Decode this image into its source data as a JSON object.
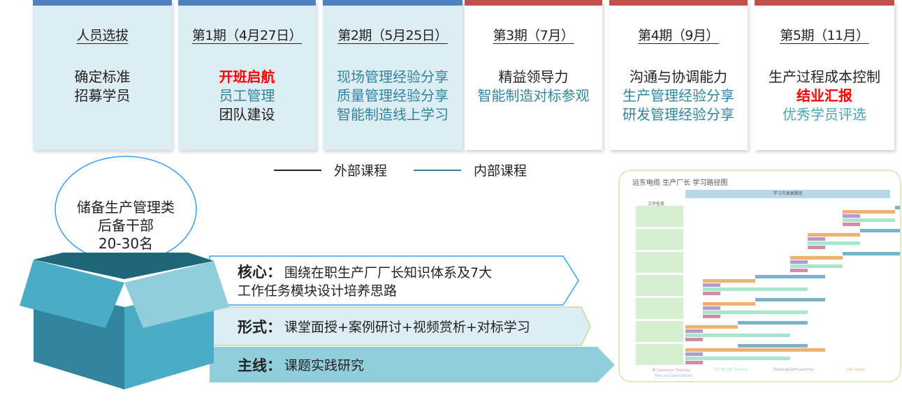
{
  "cards": [
    {
      "title": "人员选拔",
      "lines": [
        {
          "text": "确定标准",
          "style": "dark"
        },
        {
          "text": "招募学员",
          "style": "dark"
        }
      ]
    },
    {
      "title": "第1期（4月27日）",
      "lines": [
        {
          "text": "开班启航",
          "style": "red"
        },
        {
          "text": "员工管理",
          "style": "teal"
        },
        {
          "text": "团队建设",
          "style": "dark"
        }
      ]
    },
    {
      "title": "第2期（5月25日）",
      "lines": [
        {
          "text": "现场管理经验分享",
          "style": "teal"
        },
        {
          "text": "质量管理经验分享",
          "style": "teal"
        },
        {
          "text": "智能制造线上学习",
          "style": "teal"
        }
      ]
    },
    {
      "title": "第3期（7月）",
      "lines": [
        {
          "text": "精益领导力",
          "style": "dark"
        },
        {
          "text": "智能制造对标参观",
          "style": "teal"
        }
      ]
    },
    {
      "title": "第4期（9月）",
      "lines": [
        {
          "text": "沟通与协调能力",
          "style": "dark"
        },
        {
          "text": "生产管理经验分享",
          "style": "teal"
        },
        {
          "text": "研发管理经验分享",
          "style": "teal"
        }
      ]
    },
    {
      "title": "第5期（11月）",
      "lines": [
        {
          "text": "生产过程成本控制",
          "style": "dark"
        },
        {
          "text": "结业汇报",
          "style": "red"
        },
        {
          "text": "优秀学员评选",
          "style": "lteal"
        }
      ]
    }
  ],
  "legend": {
    "external": "外部课程",
    "internal": "内部课程"
  },
  "colors": {
    "external": "#222222",
    "internal": "#31849b",
    "blue_bar": "#4f81bd",
    "red_bar": "#c0504d"
  },
  "bubble": {
    "line1": "储备生产管理类",
    "line2": "后备干部",
    "line3": "20-30名"
  },
  "bands": [
    {
      "label": "核心：",
      "text1": "围绕在职生产厂厂长知识体系及7大",
      "text2": "工作任务模块设计培养思路"
    },
    {
      "label": "形式：",
      "text1": "课堂面授+案例研讨+视频赏析+对标学习"
    },
    {
      "label": "主线：",
      "text1": "课题实践研究"
    }
  ],
  "thumbnail": {
    "title": "远东电缆 生产厂长 学习路径图",
    "header": "学习与发展路径",
    "task_col": "工作任务",
    "legend": [
      "课 Classroom Training",
      "OJT On Job Training",
      "Reading&Self Learning",
      "Get Coach",
      "Train or Coach Others"
    ]
  }
}
